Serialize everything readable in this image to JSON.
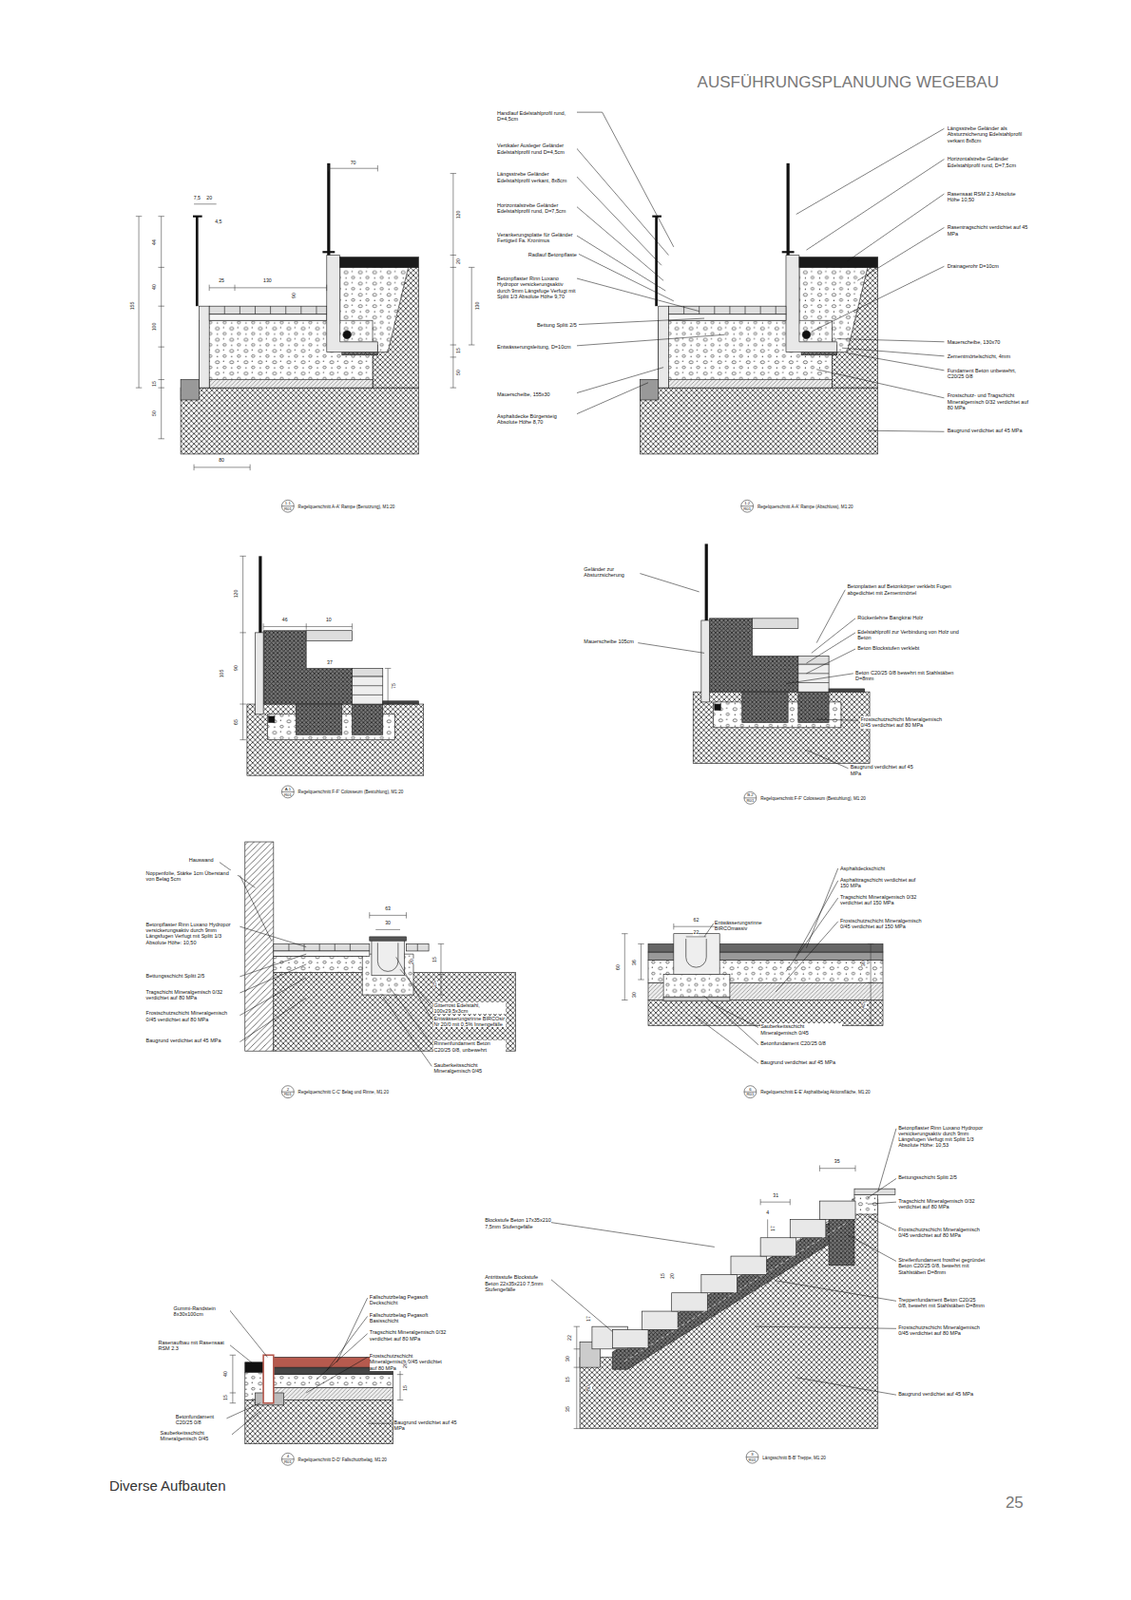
{
  "diagram": {
    "title": "AUSFÜHRUNGSPLANUUNG WEGEBAU",
    "caption": "Diverse Aufbauten",
    "labels": [
      "Handlauf Edelstahlprofil rund, D=4,5cm",
      "Vertikaler Ausleger Geländer Edelstahlprofil rund D=4,5cm",
      "Längsstrebe Geländer Edelstahlprofil verkant, 8x8cm",
      "Horizontalstrebe Geländer Edelstahlprofil rund, D=7,5cm",
      "Verankerungsplatte für Geländer Fertigteil Fa. Kronimus",
      "Radlauf Betonpflaste",
      "Betonpflaster Rinn Luxano Hydropor versickerungsaktiv durch 9mm Längsfuge Verfugt mit Splitt 1/3 Absolute Höhe 9,70",
      "Bettung Splitt 2/5",
      "Entwässerungsleitung, D=10cm",
      "Mauerscheibe, 155x30",
      "Asphaltdecke Bürgersteig Absolute Höhe 8,70",
      "Längsstrebe Geländer als Absturzsicherung Edelstahlprofil verkant 8x8cm",
      "Horizontalstrebe Geländer Edelstahlprofil rund, D=7,5cm",
      "Rasensaat RSM 2.3 Absolute Höhe 10,50",
      "Rasentragschicht verdichtet auf 45 MPa",
      "Drainagerohr D=10cm",
      "Mauerscheibe, 130x70",
      "Zementmörtelschicht, 4mm",
      "Fundament Beton unbewehrt, C20/25 0/8",
      "Frostschutz- und Tragschicht Mineralgemisch 0/32 verdichtet auf 80 MPa",
      "Baugrund verdichtet auf 45 MPa",
      "1.1",
      "R01",
      "Regelquerschnitt A-A' Rampe (Benutzung), M1:20",
      "1.2",
      "R01",
      "Regelquerschnitt A-A' Rampe (Abschluss), M1:20",
      "A.1",
      "R01",
      "Regelquerschnitt F-F' Colosseum (Bestuhlung), M1:20",
      "B.2",
      "R01",
      "Regelquerschnitt F-F' Colosseum (Bestuhlung), M1:20",
      "2",
      "R01",
      "Regelquerschnitt C-C' Belag und Rinne, M1:20",
      "6",
      "R01",
      "Regelquerschnitt E-E' Asphaltbelag Aktionsfläche, M1:20",
      "4",
      "R01",
      "Regelquerschnitt D-D' Fallschutzbelag, M1:20",
      "3",
      "R01",
      "Längsschnitt B-B' Treppe, M1:20",
      "Geländer zur Absturzsicherung",
      "Betonplatten auf Betonkörper verklebt Fugen abgedichtet mit Zementmörtel",
      "Rückenlehne Bangkirai Holz",
      "Edelstahlprofil zur Verbindung von Holz und Beton",
      "Beton Blockstufen verklebt",
      "Beton C20/25 0/8 bewehrt mit Stahlstäben D=8mm",
      "Frostschutzschicht Mineralgemisch 0/45 verdichtet auf 80 MPa",
      "Baugrund verdichtet auf 45 MPa",
      "Mauerscheibe 105cm",
      "Hauswand",
      "Noppenfolie, Stärke 1cm Überstand von Belag 5cm",
      "Betonpflaster Rinn Luxano Hydropor versickerungsaktiv durch 9mm Längsfugen Verfugt mit Splitt 1/3 Absolute Höhe: 10,50",
      "Bettungsschicht Splitt 2/5",
      "Tragschicht Mineralgemisch 0/32 verdichtet auf 80 MPa",
      "Frostschutzschicht Mineralgemisch 0/45 verdichtet auf 80 MPa",
      "Baugrund verdichtet auf 45 MPa",
      "Gitterrost Edelstahl, 100x29,5x3cm",
      "Entwässerungsrinne BIRCOsir Nr 20/0 mit 0,5% Innengefälle",
      "Rinnenfundament Beton C20/25 0/8, unbewehrt",
      "Sauberkeitsschicht Mineralgemisch 0/45",
      "Asphaltdeckschicht",
      "Asphalttragschicht verdichtet auf 150 MPa",
      "Tragschicht Mineralgemisch 0/32 verdichtet auf 150 MPa",
      "Frostschutzschicht Mineralgemisch 0/45 verdichtet auf 150 MPa",
      "Entwässerungsrinne BIRCOmassiv",
      "Sauberkeitsschicht Mineralgemisch 0/45",
      "Betonfundament C20/25 0/8",
      "Baugrund verdichtet auf 45 MPa",
      "Gummi-Randstein 8x30x100cm",
      "Rasenaufbau mit Rasensaat RSM 2.3",
      "Betonfundament C20/25 0/8",
      "Sauberkeitsschicht Mineralgemisch 0/45",
      "Fallschutzbelag Pegasoft Deckschicht",
      "Fallschutzbelag Pegasoft Basisschicht",
      "Tragschicht Mineralgemisch 0/32 verdichtet auf 80 MPa",
      "Frostschutzschicht Mineralgemisch 0/45 verdichtet auf 80 MPa",
      "Baugrund verdichtet auf 45 MPa",
      "Blockstufe Beton 17x35x210 7,5mm Stufengefälle",
      "Antrittsstufe Blockstufe Beton 22x35x210 7,5mm Stufengefälle",
      "Betonpflaster Rinn Luxano Hydropor versickerungsaktiv durch 9mm Längsfugen Verfugt mit Splitt 1/3 Absolute Höhe: 10,53",
      "Bettungsschicht Splitt 2/5",
      "Tragschicht Mineralgemisch 0/32 verdichtet auf 80 MPa",
      "Frostschutzschicht Mineralgemisch 0/45 verdichtet auf 80 MPa",
      "Streifenfundament frostfrei gegründet Beton C20/25 0/8, bewehrt mit Stahlstäben D=8mm",
      "Treppenfundament Beton C20/25 0/8, bewehrt mit Stahlstäben D=8mm",
      "Frostschutzschicht Mineralgemisch 0/45 verdichtet auf 80 MPa",
      "Baugrund verdichtet auf 45 MPa",
      "25",
      "70",
      "7,5",
      "20",
      "4,5",
      "25",
      "130",
      "90",
      "120",
      "20",
      "130",
      "15",
      "50",
      "155",
      "44",
      "40",
      "100",
      "15",
      "50",
      "80",
      "120",
      "46",
      "10",
      "37",
      "105",
      "90",
      "75",
      "65",
      "63",
      "30",
      "20",
      "15",
      "25",
      "62",
      "22",
      "60",
      "36",
      "30",
      "45",
      "30",
      "40",
      "15",
      "20",
      "15",
      "35",
      "31",
      "4",
      "17",
      "15",
      "20",
      "22",
      "17",
      "30",
      "15",
      "80",
      "35"
    ]
  }
}
